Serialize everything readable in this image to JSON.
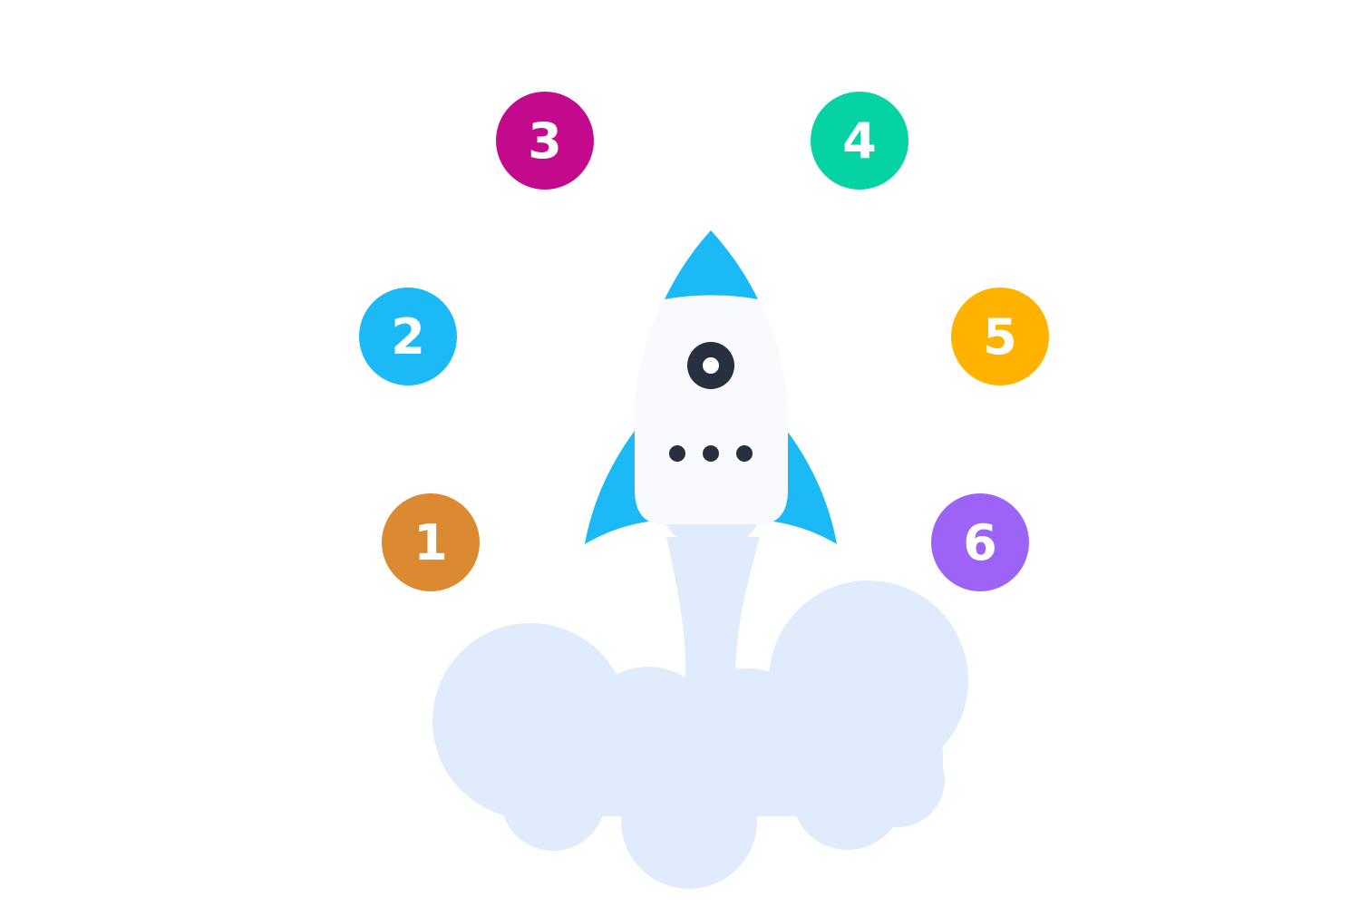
{
  "steps": [
    {
      "label": "1",
      "color": "#DC8A32"
    },
    {
      "label": "2",
      "color": "#1CB9F7"
    },
    {
      "label": "3",
      "color": "#C40A8C"
    },
    {
      "label": "4",
      "color": "#05D3A3"
    },
    {
      "label": "5",
      "color": "#FFB300"
    },
    {
      "label": "6",
      "color": "#9D63F7"
    }
  ],
  "rocket": {
    "nose_color": "#1CB9F7",
    "body_color": "#F8FAFD",
    "window_color": "#28303F",
    "porthole_dots": 3
  },
  "smoke": {
    "color": "#E0ECFC"
  }
}
